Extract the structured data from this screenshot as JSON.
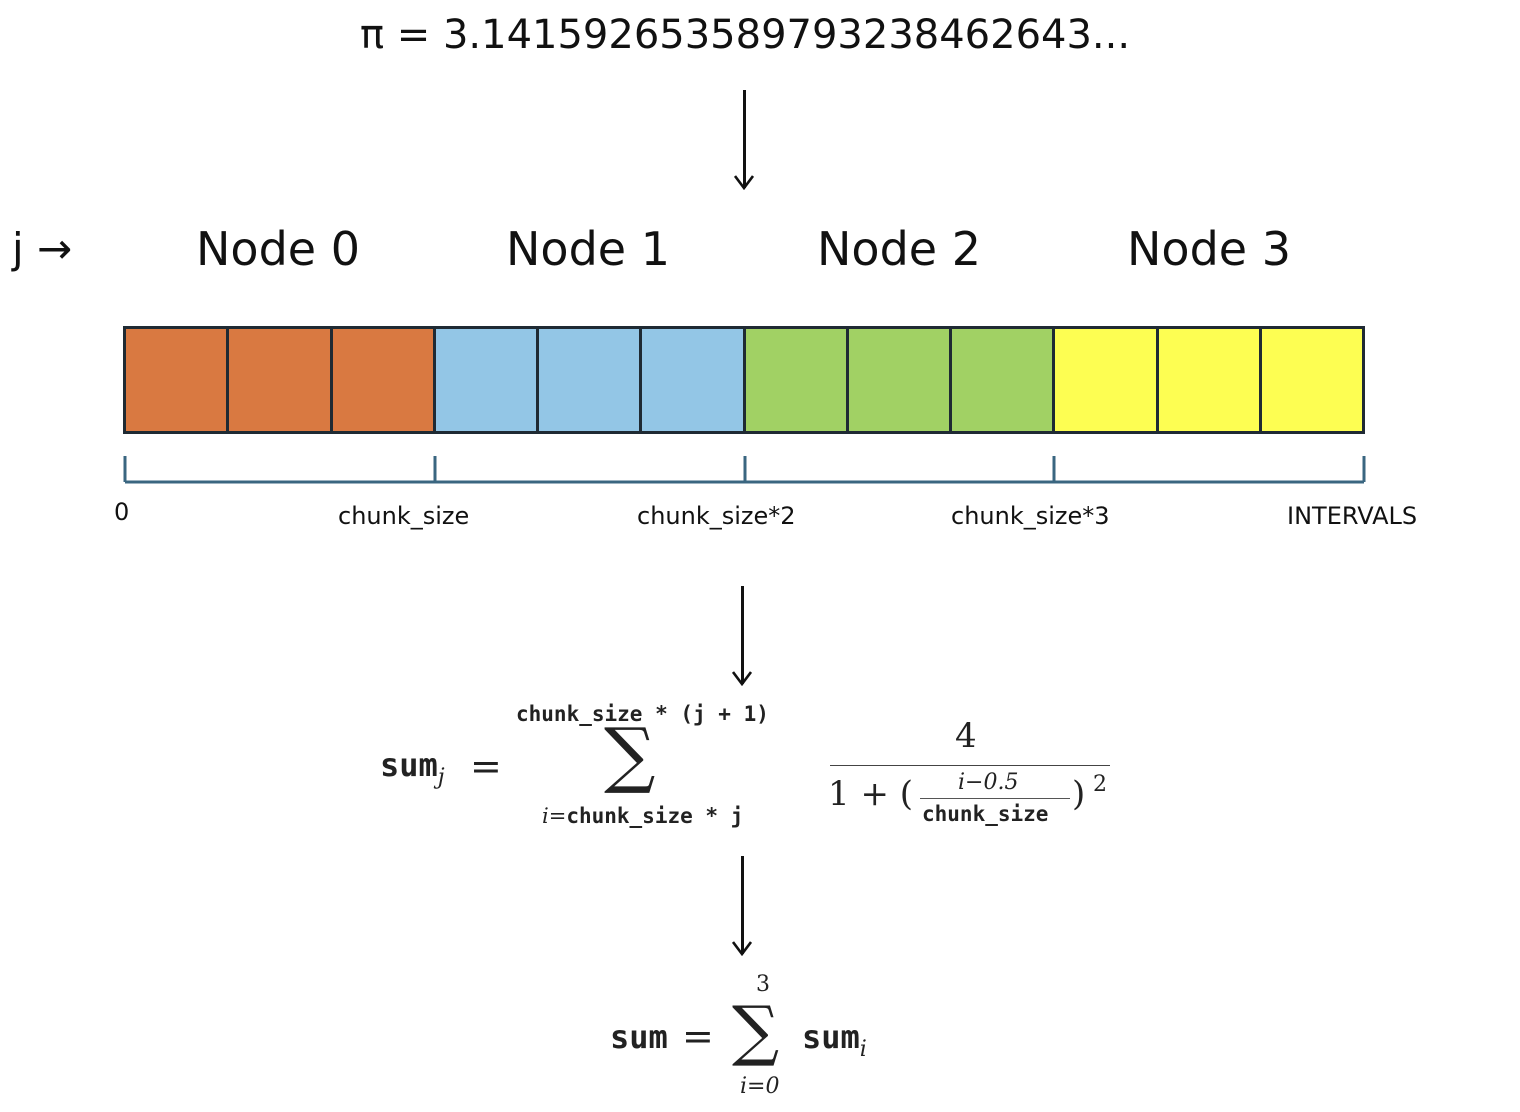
{
  "title": "π = 3.14159265358979323846264​3...",
  "j_label": "j →",
  "nodes": [
    {
      "label": "Node 0",
      "color": "#d97941"
    },
    {
      "label": "Node 1",
      "color": "#93c6e6"
    },
    {
      "label": "Node 2",
      "color": "#a1d164"
    },
    {
      "label": "Node 3",
      "color": "#fdfe52"
    }
  ],
  "cells_per_node": 3,
  "ticks": [
    "0",
    "chunk_size",
    "chunk_size*2",
    "chunk_size*3",
    "INTERVALS"
  ],
  "formula1": {
    "lhs_name": "sum",
    "lhs_sub": "j",
    "equals": "=",
    "sigma": "∑",
    "upper": "chunk_size * (j + 1)",
    "lower_var": "i=",
    "lower_rest": "chunk_size * j",
    "numerator": "4",
    "denom_prefix": "1 + (",
    "inner_num": "i−0.5",
    "inner_den": "chunk_size",
    "denom_suffix": ")",
    "power": "2"
  },
  "formula2": {
    "lhs_name": "sum",
    "equals": "=",
    "sigma": "∑",
    "upper": "3",
    "lower": "i=0",
    "rhs_name": "sum",
    "rhs_sub": "i"
  }
}
